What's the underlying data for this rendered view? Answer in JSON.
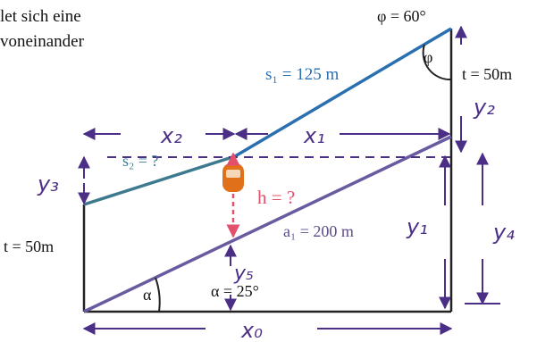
{
  "header_text": {
    "line1": "let sich eine",
    "line2": "voneinander"
  },
  "labels": {
    "phi_top": "φ = 60°",
    "phi_symbol": "φ",
    "s1": "s₁ = 125 m",
    "t_right": "t = 50m",
    "t_left": "t = 50m",
    "s2": "s₂ = ?",
    "h": "h = ?",
    "a1": "a₁ = 200 m",
    "alpha_symbol": "α",
    "alpha_value": "α = 25°"
  },
  "handwritten": {
    "x2": "x₂",
    "x1": "x₁",
    "y2": "y₂",
    "y3": "y₃",
    "y1": "y₁",
    "y4": "y₄",
    "y5": "y₅",
    "x0": "x₀"
  },
  "colors": {
    "s1_line": "#2a6fb0",
    "s2_line": "#3d7a90",
    "a1_line": "#6a5aa0",
    "h_arrow": "#e2506b",
    "handwriting": "#4b2f86",
    "cabin": "#e0701a"
  }
}
